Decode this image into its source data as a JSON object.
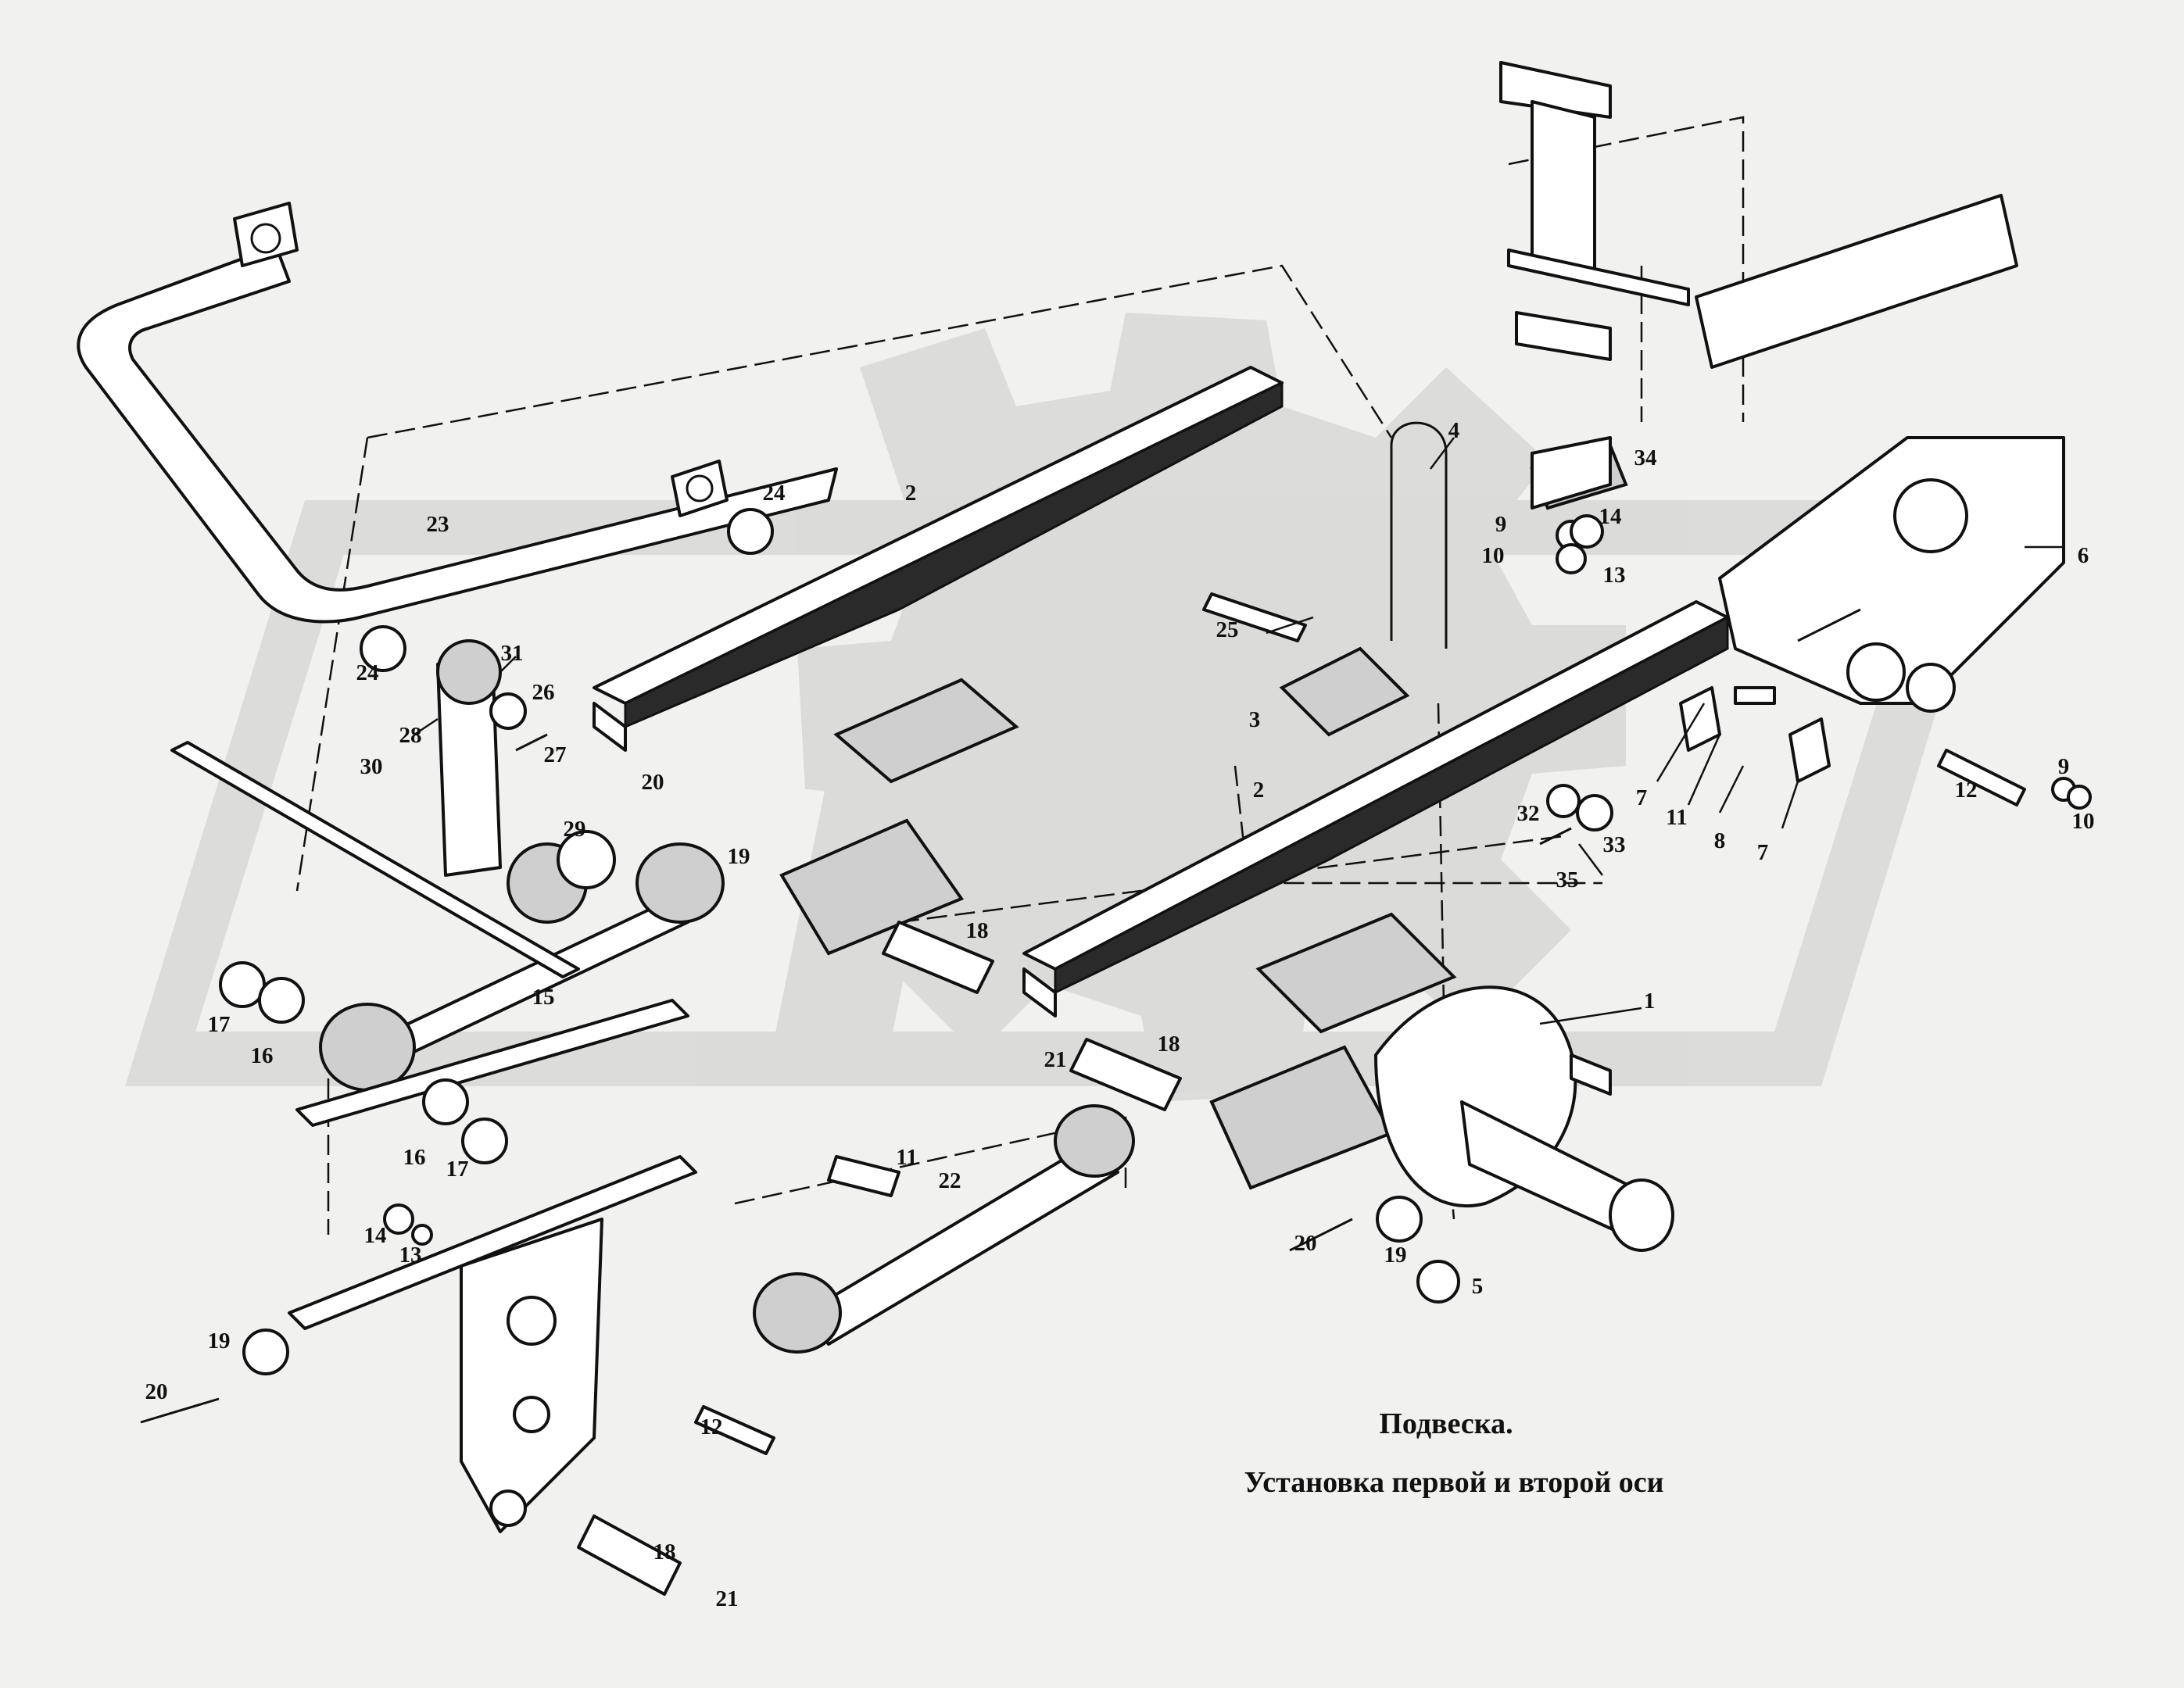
{
  "caption": {
    "title": "Подвеска.",
    "subtitle": "Установка первой и второй оси"
  },
  "callouts": [
    {
      "id": "c1",
      "text": "1"
    },
    {
      "id": "c2a",
      "text": "2"
    },
    {
      "id": "c2b",
      "text": "2"
    },
    {
      "id": "c3",
      "text": "3"
    },
    {
      "id": "c4",
      "text": "4"
    },
    {
      "id": "c5",
      "text": "5"
    },
    {
      "id": "c6",
      "text": "6"
    },
    {
      "id": "c7a",
      "text": "7"
    },
    {
      "id": "c7b",
      "text": "7"
    },
    {
      "id": "c8",
      "text": "8"
    },
    {
      "id": "c9a",
      "text": "9"
    },
    {
      "id": "c9b",
      "text": "9"
    },
    {
      "id": "c10a",
      "text": "10"
    },
    {
      "id": "c10b",
      "text": "10"
    },
    {
      "id": "c11a",
      "text": "11"
    },
    {
      "id": "c11b",
      "text": "11"
    },
    {
      "id": "c12a",
      "text": "12"
    },
    {
      "id": "c12b",
      "text": "12"
    },
    {
      "id": "c13a",
      "text": "13"
    },
    {
      "id": "c13b",
      "text": "13"
    },
    {
      "id": "c14a",
      "text": "14"
    },
    {
      "id": "c14b",
      "text": "14"
    },
    {
      "id": "c15",
      "text": "15"
    },
    {
      "id": "c16a",
      "text": "16"
    },
    {
      "id": "c16b",
      "text": "16"
    },
    {
      "id": "c17a",
      "text": "17"
    },
    {
      "id": "c17b",
      "text": "17"
    },
    {
      "id": "c18a",
      "text": "18"
    },
    {
      "id": "c18b",
      "text": "18"
    },
    {
      "id": "c18c",
      "text": "18"
    },
    {
      "id": "c19a",
      "text": "19"
    },
    {
      "id": "c19b",
      "text": "19"
    },
    {
      "id": "c19c",
      "text": "19"
    },
    {
      "id": "c20a",
      "text": "20"
    },
    {
      "id": "c20b",
      "text": "20"
    },
    {
      "id": "c20c",
      "text": "20"
    },
    {
      "id": "c21a",
      "text": "21"
    },
    {
      "id": "c21b",
      "text": "21"
    },
    {
      "id": "c22",
      "text": "22"
    },
    {
      "id": "c23",
      "text": "23"
    },
    {
      "id": "c24a",
      "text": "24"
    },
    {
      "id": "c24b",
      "text": "24"
    },
    {
      "id": "c25",
      "text": "25"
    },
    {
      "id": "c26",
      "text": "26"
    },
    {
      "id": "c27",
      "text": "27"
    },
    {
      "id": "c28",
      "text": "28"
    },
    {
      "id": "c29",
      "text": "29"
    },
    {
      "id": "c30",
      "text": "30"
    },
    {
      "id": "c31",
      "text": "31"
    },
    {
      "id": "c32",
      "text": "32"
    },
    {
      "id": "c33",
      "text": "33"
    },
    {
      "id": "c34",
      "text": "34"
    },
    {
      "id": "c35",
      "text": "35"
    }
  ]
}
